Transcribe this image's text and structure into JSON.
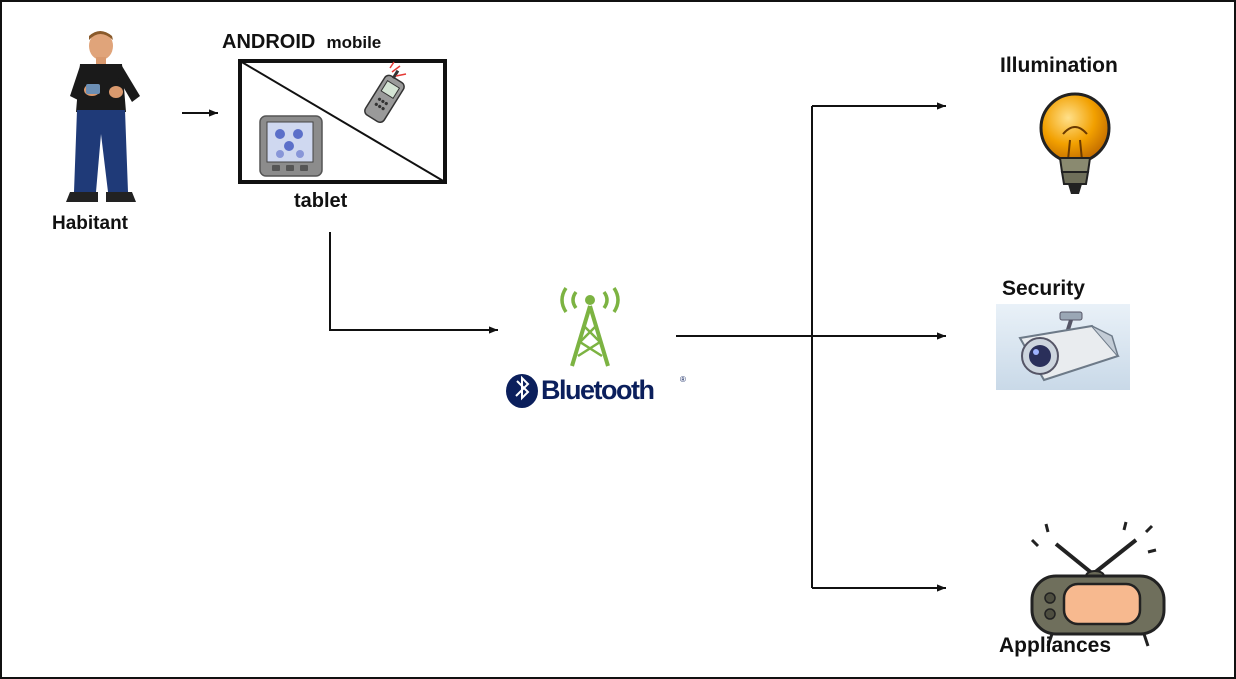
{
  "nodes": {
    "habitant": "Habitant",
    "android_mobile": {
      "name": "ANDROID",
      "suffix": "mobile"
    },
    "tablet": "tablet",
    "bluetooth": {
      "label": "Bluetooth",
      "tm": "®"
    },
    "illumination": "Illumination",
    "security": "Security",
    "appliances": "Appliances"
  },
  "colors": {
    "line": "#111111",
    "tower": "#7cb342",
    "bluetooth": "#0b1f5c",
    "bulb": "#f2a000",
    "tv_screen": "#f7b98f"
  },
  "icons": [
    "person-icon",
    "tablet-icon",
    "mobile-phone-icon",
    "radio-tower-icon",
    "bluetooth-logo-icon",
    "light-bulb-icon",
    "security-camera-icon",
    "television-icon"
  ]
}
